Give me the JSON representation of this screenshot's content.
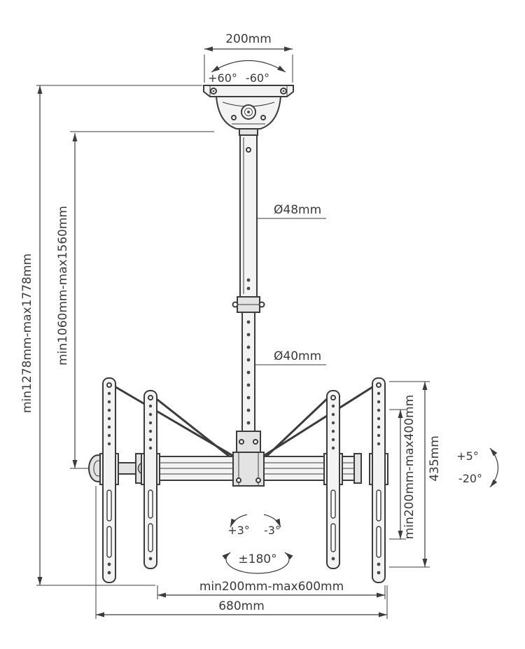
{
  "page": {
    "background": "#ffffff"
  },
  "diagram": {
    "type": "technical-drawing",
    "subject": "telescopic dual-screen ceiling TV mount with dimension annotations",
    "colors": {
      "line": "#3c3c3c",
      "text": "#3a3a3a",
      "fill_light": "#f3f3f3",
      "fill_mid": "#e3e3e3",
      "background": "#ffffff"
    },
    "labels": {
      "ceiling_plate_width": "200mm",
      "swivel_positive": "+60°",
      "swivel_negative": "-60°",
      "upper_pipe_diameter": "Ø48mm",
      "lower_pipe_diameter": "Ø40mm",
      "overall_height_range": "min1278mm-max1778mm",
      "pole_height_range": "min1060mm-max1560mm",
      "vesa_vertical_range": "min200mm-max400mm",
      "bracket_length": "435mm",
      "tilt_up": "+5°",
      "tilt_down": "-20°",
      "level_positive": "+3°",
      "level_negative": "-3°",
      "rotation_range": "±180°",
      "vesa_horizontal_range": "min200mm-max600mm",
      "crossbar_width": "680mm"
    }
  }
}
